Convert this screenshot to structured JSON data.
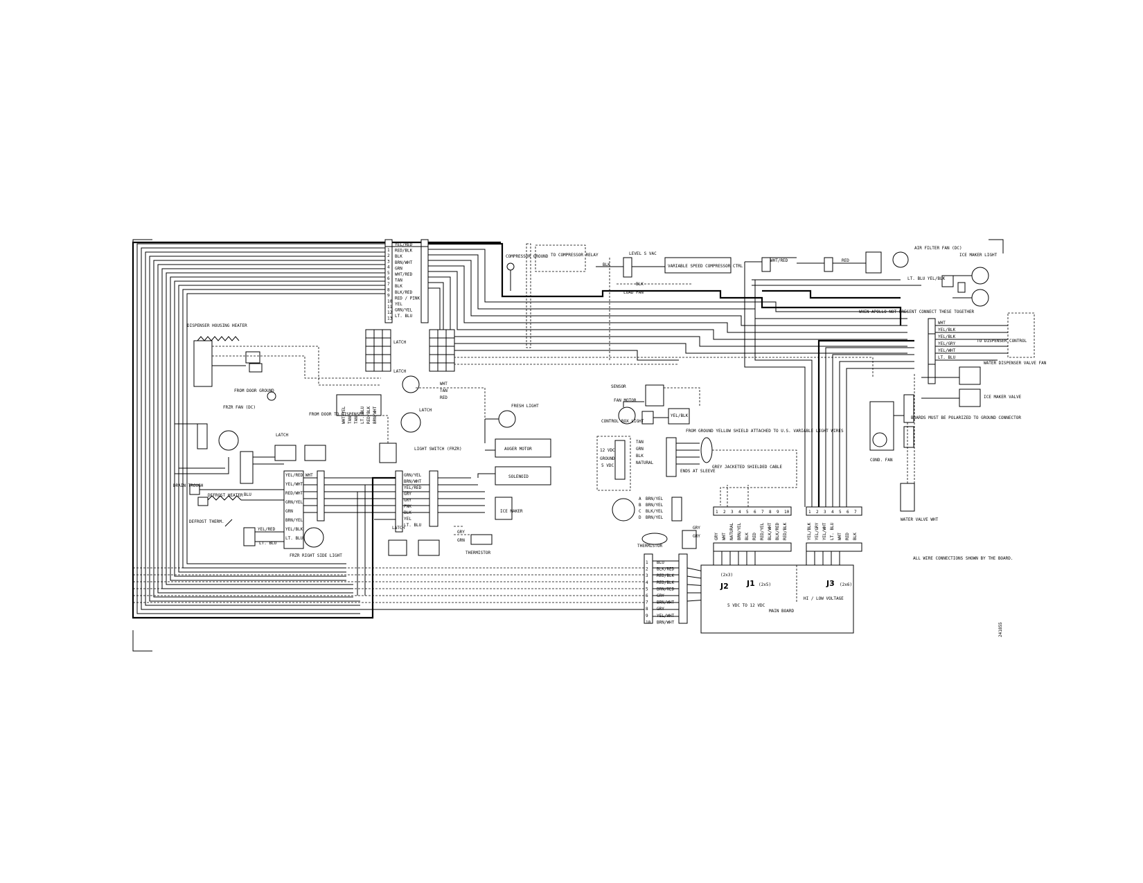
{
  "connector_top_left": {
    "labels": [
      "YEL/RED",
      "RED/BLK",
      "BLK",
      "BRN/WHT",
      "GRN",
      "WHT/RED",
      "TAN",
      "BLK",
      "BLK/RED",
      "RED / PINK",
      "YEL",
      "GRN/YEL",
      "LT. BLU"
    ],
    "pins": [
      "1",
      "2",
      "3",
      "4",
      "5",
      "6",
      "7",
      "8",
      "9",
      "10",
      "11",
      "12",
      "13"
    ]
  },
  "top_labels": {
    "compressor_ground": "COMPRESSOR GROUND",
    "to_compressor_relay": "TO COMPRESSOR RELAY",
    "level_s_vac": "LEVEL S VAC",
    "variable_speed_compressor": "VARIABLE SPEED COMPRESSOR CTRL",
    "blk1": "BLK",
    "blk2": "BLK",
    "wht_red": "WHT/RED",
    "red": "RED",
    "air_filter_fan": "AIR FILTER FAN (DC)",
    "ice_maker_light": "ICE MAKER LIGHT",
    "lt_blu": "LT. BLU YEL/BLK",
    "load_fan": "LOAD FAN"
  },
  "notes": {
    "apollo": "WHEN APOLLO NOT PRESENT CONNECT THESE TOGETHER",
    "all_wire_connections": "ALL WIRE CONNECTIONS SHOWN BY THE BOARD.",
    "from_ground": "FROM GROUND YELLOW SHIELD ATTACHED TO U.S. VARIABLE LIGHT WIRES",
    "ends_at_sleeve": "ENDS AT SLEEVE",
    "grey_jacketed": "GREY JACKETED SHIELDED CABLE",
    "powered_boards": "BOARDS MUST BE POLARIZED TO GROUND CONNECTOR"
  },
  "right_labels": {
    "wire_rows": [
      "WHT",
      "YEL/BLK",
      "YEL/BLK",
      "YEL/GRY",
      "YEL/WHT",
      "LT. BLU"
    ],
    "module": "TO DISPENSER CONTROL",
    "water_valve": "WATER DISPENSER VALVE FAN",
    "ice_maker_valve": "ICE MAKER VALVE",
    "cond_fan": "COND. FAN",
    "water_valve_bottom": "WATER VALVE WHT"
  },
  "left_labels": {
    "defrost_heater_top": "DISPENSER HOUSING HEATER",
    "freezer_fan": "FRZR FAN (DC)",
    "from_door_ground": "FROM DOOR GROUND",
    "from_door_to_dispenser": "FROM DOOR TO DISPENSER",
    "latch": "LATCH",
    "drain_trough": "DRAIN TROUGH",
    "defrost_heater": "DEFROST HEATER",
    "defrost_therm": "DEFROST THERM.",
    "freezer_light": "FRZR RIGHT SIDE LIGHT",
    "yel_red": "YEL/RED",
    "lt_blu": "LT. BLU",
    "blu": "BLU"
  },
  "middle_labels": {
    "latch1": "LATCH",
    "latch2": "LATCH",
    "latch3": "LATCH",
    "latch4": "LATCH",
    "light_switch": "LIGHT SWITCH (FRZR)",
    "fresh_light": "FRESH LIGHT",
    "auger_motor": "AUGER MOTOR",
    "solenoid": "SOLENOID",
    "ice_maker": "ICE MAKER",
    "thermistor": "THERMISTOR",
    "gry": "GRY",
    "grn": "GRN",
    "wht": "WHT",
    "tan": "TAN",
    "red": "RED",
    "lt_blu": "LT. BLU",
    "blk_wht": "BLK/WHT",
    "sensor": "SENSOR",
    "fan_motor": "FAN MOTOR",
    "control_box_light": "CONTROL BOX LIGHT",
    "yel_blk": "YEL/BLK"
  },
  "mid_connector_labels": [
    "WHT/YEL",
    "TAN",
    "TAN",
    "LT. BLU",
    "RED/BLK",
    "BRN/WHT"
  ],
  "frzr_connector_labels": [
    "YEL/RED WHT",
    "YEL/WHT",
    "RED/WHT",
    "GRN/YEL",
    "GRN",
    "BRN/YEL",
    "YEL/BLK",
    "LT. BLU"
  ],
  "light_connector_labels": [
    "GRN/YEL",
    "BRN/WHT",
    "YEL/RED",
    "GRY",
    "GRY",
    "PNK",
    "BLK",
    "YEL",
    "LT. BLU"
  ],
  "sensor_labels": [
    "BRN/YEL",
    "BRN/YEL",
    "BLK/YEL",
    "BRN/YEL"
  ],
  "sensor_letters": [
    "A",
    "B",
    "C",
    "D"
  ],
  "vdc_labels": {
    "v5": "5 VDC",
    "v12": "12 VDC",
    "ground": "GROUND",
    "tan": "TAN",
    "grn": "GRN",
    "blk": "BLK",
    "natural": "NATURAL",
    "gry": "GRY",
    "gry2": "GRY"
  },
  "j1_connector": {
    "labels": [
      "GRY",
      "WHT",
      "NATURAL",
      "BRN/YEL",
      "BLK",
      "RED",
      "RED/YEL",
      "BLK/WHT",
      "BLK/RED",
      "RED/BLK"
    ],
    "pins": [
      "1",
      "2",
      "3",
      "4",
      "5",
      "6",
      "7",
      "8",
      "9",
      "10"
    ]
  },
  "j3_connector": {
    "labels": [
      "YEL/BLK",
      "YEL/GRY",
      "YEL/WHT",
      "LT. BLU",
      "WHT",
      "RED",
      "BLK"
    ],
    "pins": [
      "1",
      "2",
      "3",
      "4",
      "5",
      "6",
      "7"
    ]
  },
  "bottom_connector": {
    "labels": [
      "BLU",
      "BLK/RED",
      "RED/BLK",
      "RED/BLK",
      "BRN/RED",
      "GRY",
      "BRN/WHT",
      "GRY",
      "YEL/WHT",
      "BRN/WHT"
    ],
    "pins": [
      "1",
      "2",
      "3",
      "4",
      "5",
      "6",
      "7",
      "8",
      "9",
      "10"
    ]
  },
  "board": {
    "j2": "J2",
    "j1": "J1",
    "j3": "J3",
    "j2_pins": "(2x3)",
    "j1_pins": "(2x5)",
    "j3_pins": "(2x6)",
    "low_voltage": "5 VDC TO 12 VDC",
    "high_voltage": "HI / LOW VOLTAGE",
    "name": "MAIN BOARD"
  },
  "part_number": "241855"
}
